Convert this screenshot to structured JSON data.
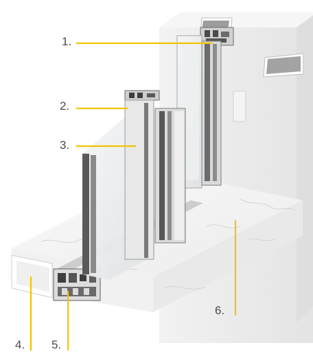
{
  "figure": {
    "callouts": [
      {
        "id": 1,
        "label": "1."
      },
      {
        "id": 2,
        "label": "2."
      },
      {
        "id": 3,
        "label": "3."
      },
      {
        "id": 4,
        "label": "4."
      },
      {
        "id": 5,
        "label": "5."
      },
      {
        "id": 6,
        "label": "6."
      }
    ],
    "colors": {
      "leader": "#f2c400",
      "wall": "#eeeeee",
      "frame": "#d8d8d8",
      "glass": "#e4e7e9",
      "profile_dark": "#5a5a5a",
      "marble": "#f7f7f7"
    }
  }
}
